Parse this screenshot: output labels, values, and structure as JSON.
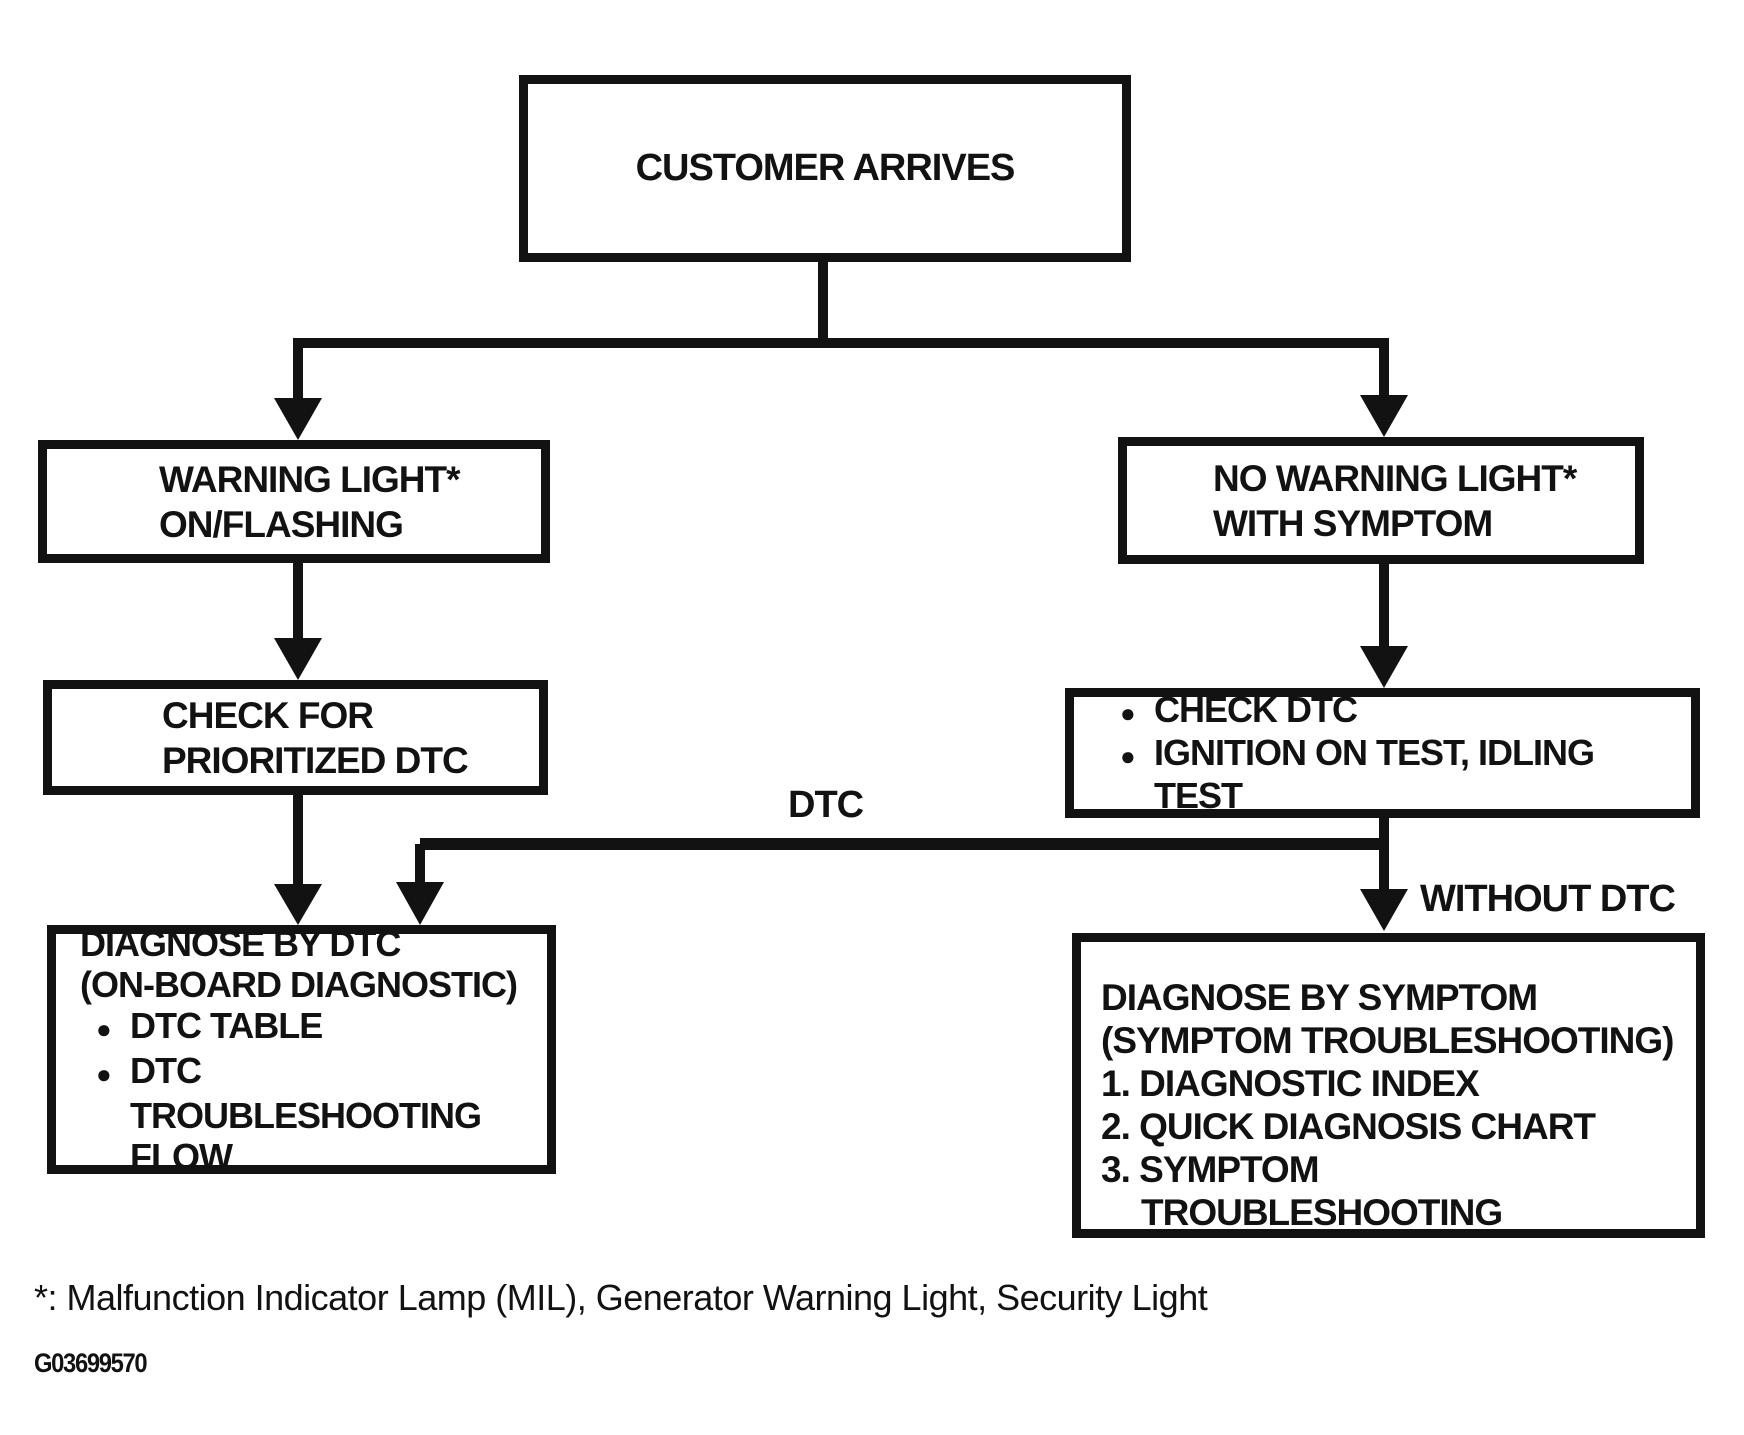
{
  "flowchart": {
    "nodes": {
      "customer_arrives": {
        "lines": [
          "CUSTOMER ARRIVES"
        ]
      },
      "warning_light": {
        "lines": [
          "WARNING LIGHT*",
          "ON/FLASHING"
        ]
      },
      "no_warning_light": {
        "lines": [
          "NO WARNING LIGHT*",
          "WITH SYMPTOM"
        ]
      },
      "check_prioritized_dtc": {
        "lines": [
          "CHECK FOR",
          "PRIORITIZED DTC"
        ]
      },
      "check_dtc": {
        "bullets": [
          "CHECK DTC",
          "IGNITION ON TEST, IDLING"
        ],
        "wrap": "TEST"
      },
      "diagnose_by_dtc": {
        "heading": [
          "DIAGNOSE BY DTC",
          "(ON-BOARD DIAGNOSTIC)"
        ],
        "bullets": [
          "DTC TABLE",
          "DTC"
        ],
        "wrap": [
          "TROUBLESHOOTING",
          "FLOW"
        ]
      },
      "diagnose_by_symptom": {
        "heading": [
          "DIAGNOSE BY SYMPTOM",
          "(SYMPTOM TROUBLESHOOTING)"
        ],
        "numbered": [
          "1. DIAGNOSTIC INDEX",
          "2. QUICK DIAGNOSIS CHART",
          "3. SYMPTOM"
        ],
        "wrap": "TROUBLESHOOTING"
      }
    },
    "edge_labels": {
      "dtc": "DTC",
      "without_dtc": "WITHOUT DTC"
    },
    "bullet_glyph": "●",
    "footnote": "*: Malfunction Indicator Lamp (MIL), Generator Warning Light, Security Light",
    "figure_code": "G03699570",
    "colors": {
      "ink": "#121212",
      "paper": "#ffffff"
    }
  }
}
